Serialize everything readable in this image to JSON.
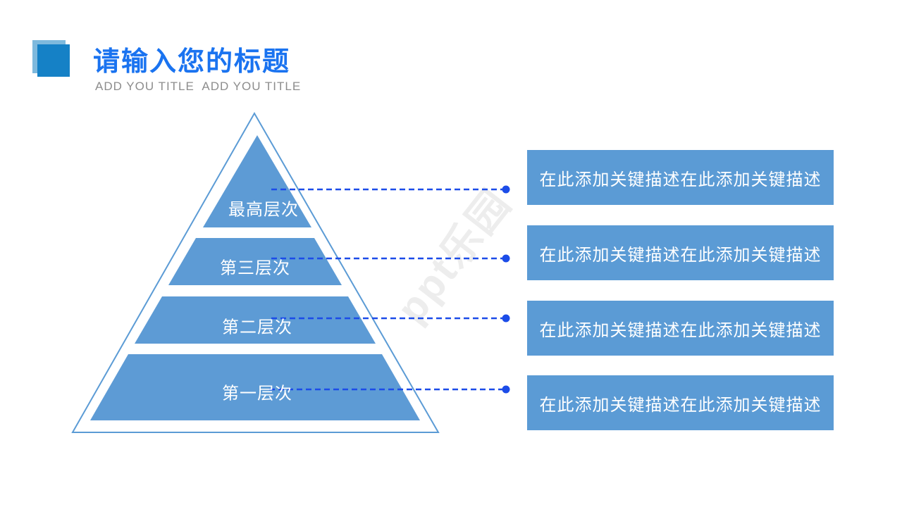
{
  "header": {
    "title": "请输入您的标题",
    "subtitle": "ADD YOU TITLE  ADD YOU TITLE"
  },
  "pyramid": {
    "levels": [
      {
        "label": "最高层次",
        "description": "在此添加关键描述在此添加关键描述"
      },
      {
        "label": "第三层次",
        "description": "在此添加关键描述在此添加关键描述"
      },
      {
        "label": "第二层次",
        "description": "在此添加关键描述在此添加关键描述"
      },
      {
        "label": "第一层次",
        "description": "在此添加关键描述在此添加关键描述"
      }
    ]
  },
  "watermark": {
    "text": "ppt乐园"
  },
  "colors": {
    "title_blue": "#1a73f0",
    "subtitle_gray": "#8d8d8d",
    "shape_blue": "#5b9bd5",
    "pyramid_outline_blue": "#5b9bd5",
    "connector_blue": "#1c4ce8",
    "accent_square_light": "#7eb9dd",
    "accent_square_dark": "#1581c6",
    "label_text": "#ffffff"
  }
}
